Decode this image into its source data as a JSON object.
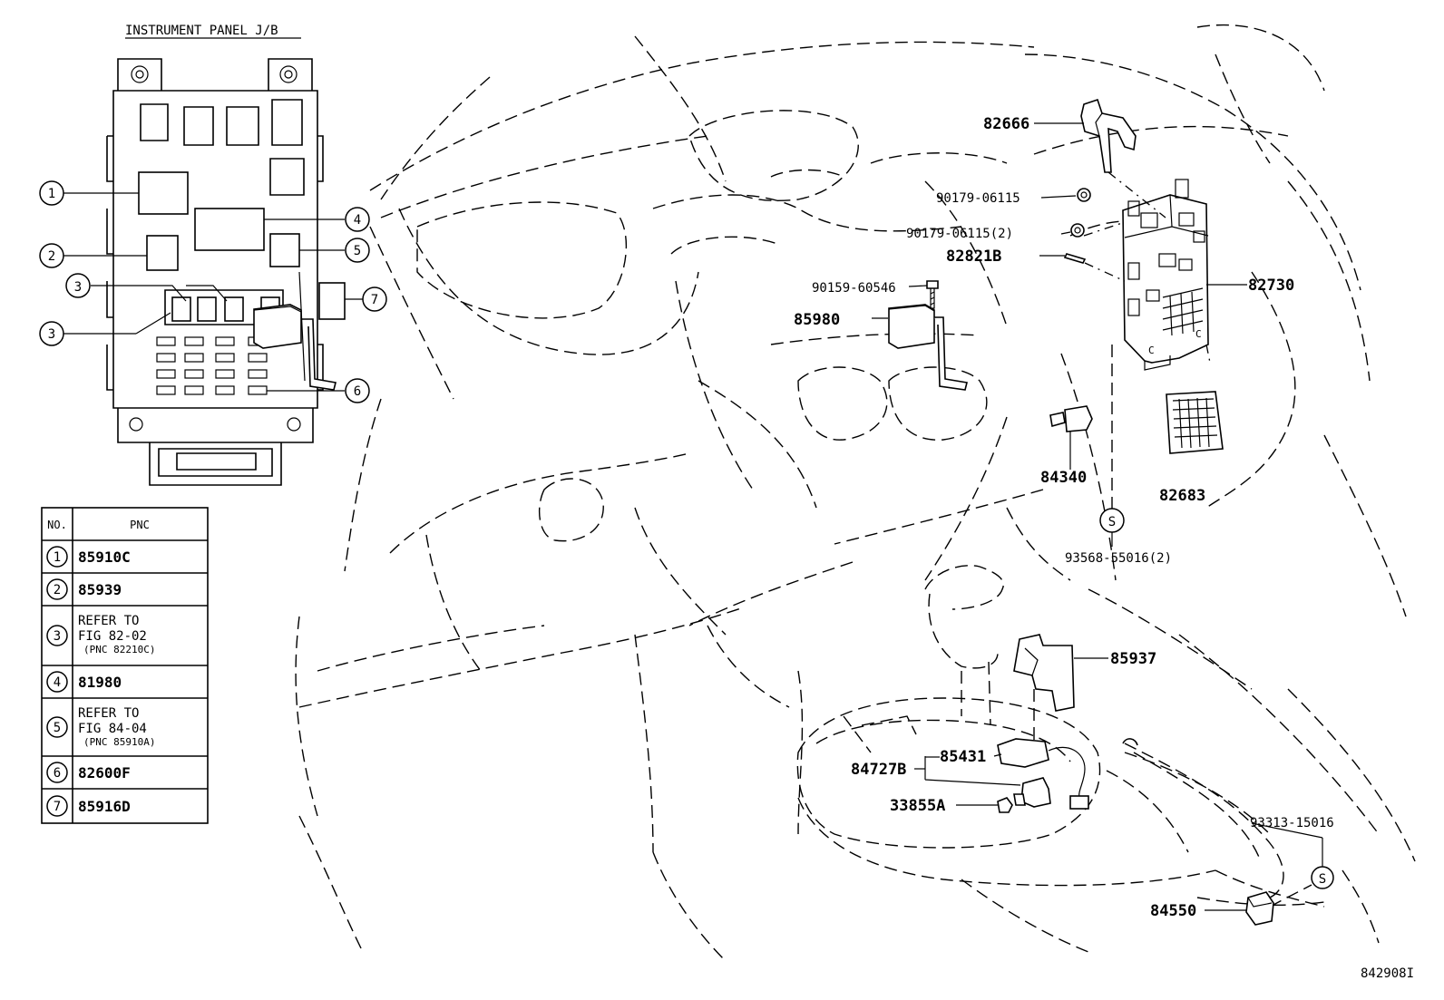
{
  "diagram": {
    "jb_title": "INSTRUMENT PANEL J/B",
    "figure_id": "842908I",
    "jb_callouts": [
      "1",
      "2",
      "3",
      "4",
      "5",
      "6",
      "7",
      "3"
    ],
    "table": {
      "header_no": "NO.",
      "header_pnc": "PNC",
      "rows": [
        {
          "no": "1",
          "pnc": "85910C"
        },
        {
          "no": "2",
          "pnc": "85939"
        },
        {
          "no": "3",
          "line1": "REFER TO",
          "line2": "FIG 82-02",
          "line3": "(PNC 82210C)"
        },
        {
          "no": "4",
          "pnc": "81980"
        },
        {
          "no": "5",
          "line1": "REFER TO",
          "line2": "FIG 84-04",
          "line3": "(PNC 85910A)"
        },
        {
          "no": "6",
          "pnc": "82600F"
        },
        {
          "no": "7",
          "pnc": "85916D"
        }
      ]
    },
    "labels": {
      "p82666": "82666",
      "p90179a": "90179-06115",
      "p90179b": "90179-06115(2)",
      "p82821b": "82821B",
      "p82730": "82730",
      "p90159": "90159-60546",
      "p85980": "85980",
      "p84340": "84340",
      "p82683": "82683",
      "p93568": "93568-55016(2)",
      "p85937": "85937",
      "p85431": "85431",
      "p84727b": "84727B",
      "p33855a": "33855A",
      "p93313": "93313-15016",
      "p84550": "84550"
    },
    "screw_marker": "S"
  }
}
